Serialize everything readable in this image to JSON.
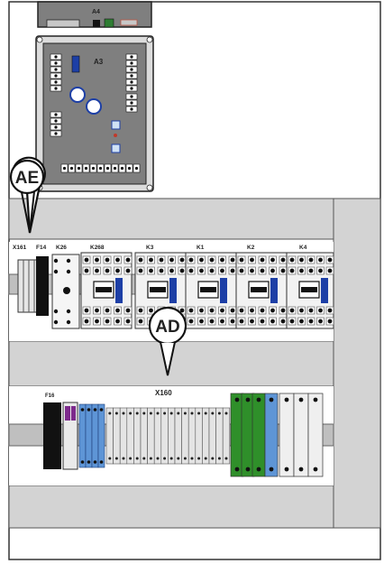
{
  "colors": {
    "panel_gray": "#d3d3d3",
    "device_gray": "#7f7f7f",
    "blue_terminal": "#5e95d6",
    "green_terminal": "#2f8f2a",
    "x160_label": "#b0173d",
    "relay_blue": "#1d3fa6"
  },
  "devices": {
    "a4_label": "A4",
    "a3_label": "A3"
  },
  "callouts": {
    "ae": "AE",
    "ad": "AD"
  },
  "rail_top": {
    "labels": [
      "X161",
      "F14",
      "K26",
      "K268",
      "K3",
      "K1",
      "K2",
      "K4"
    ]
  },
  "rail_bottom": {
    "f_label": "F16",
    "x_label": "X160"
  }
}
